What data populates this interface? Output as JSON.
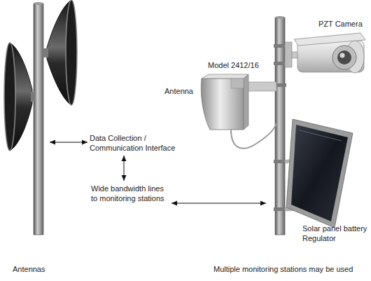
{
  "diagram": {
    "nodes": [
      {
        "text": [
          "Antennas"
        ]
      },
      {
        "text": [
          "Data Collection / Communication Interface"
        ]
      },
      {
        "text": [
          "Wide bandwidth lines to monitoring stations"
        ]
      },
      {
        "text": [
          "Multiple monitoring stations may be used"
        ]
      }
    ],
    "edges": [
      {
        "from": 0,
        "to": 1,
        "arrow": "both"
      },
      {
        "from": 1,
        "to": 2,
        "arrow": "both"
      },
      {
        "from": 2,
        "to": 3,
        "arrow": "both"
      }
    ],
    "labels": [
      "PZT Camera",
      "Model 2412/16",
      "Antenna",
      "Solar panel battery Regulator"
    ]
  }
}
